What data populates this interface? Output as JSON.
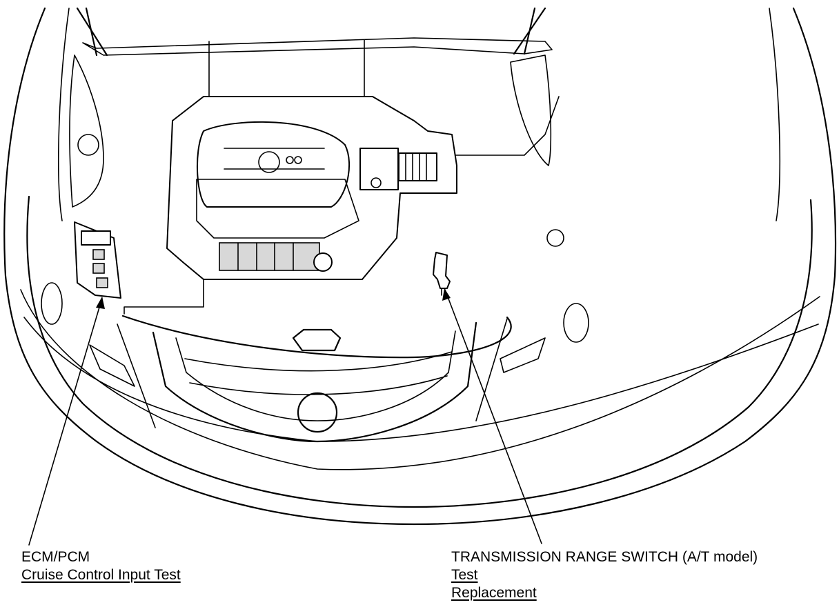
{
  "labels": {
    "ecm": {
      "title": "ECM/PCM",
      "links": [
        "Cruise Control Input Test"
      ]
    },
    "trs": {
      "title": "TRANSMISSION RANGE SWITCH (A/T model)",
      "links": [
        "Test",
        "Replacement"
      ]
    }
  },
  "colors": {
    "line": "#000000",
    "background": "#ffffff"
  }
}
